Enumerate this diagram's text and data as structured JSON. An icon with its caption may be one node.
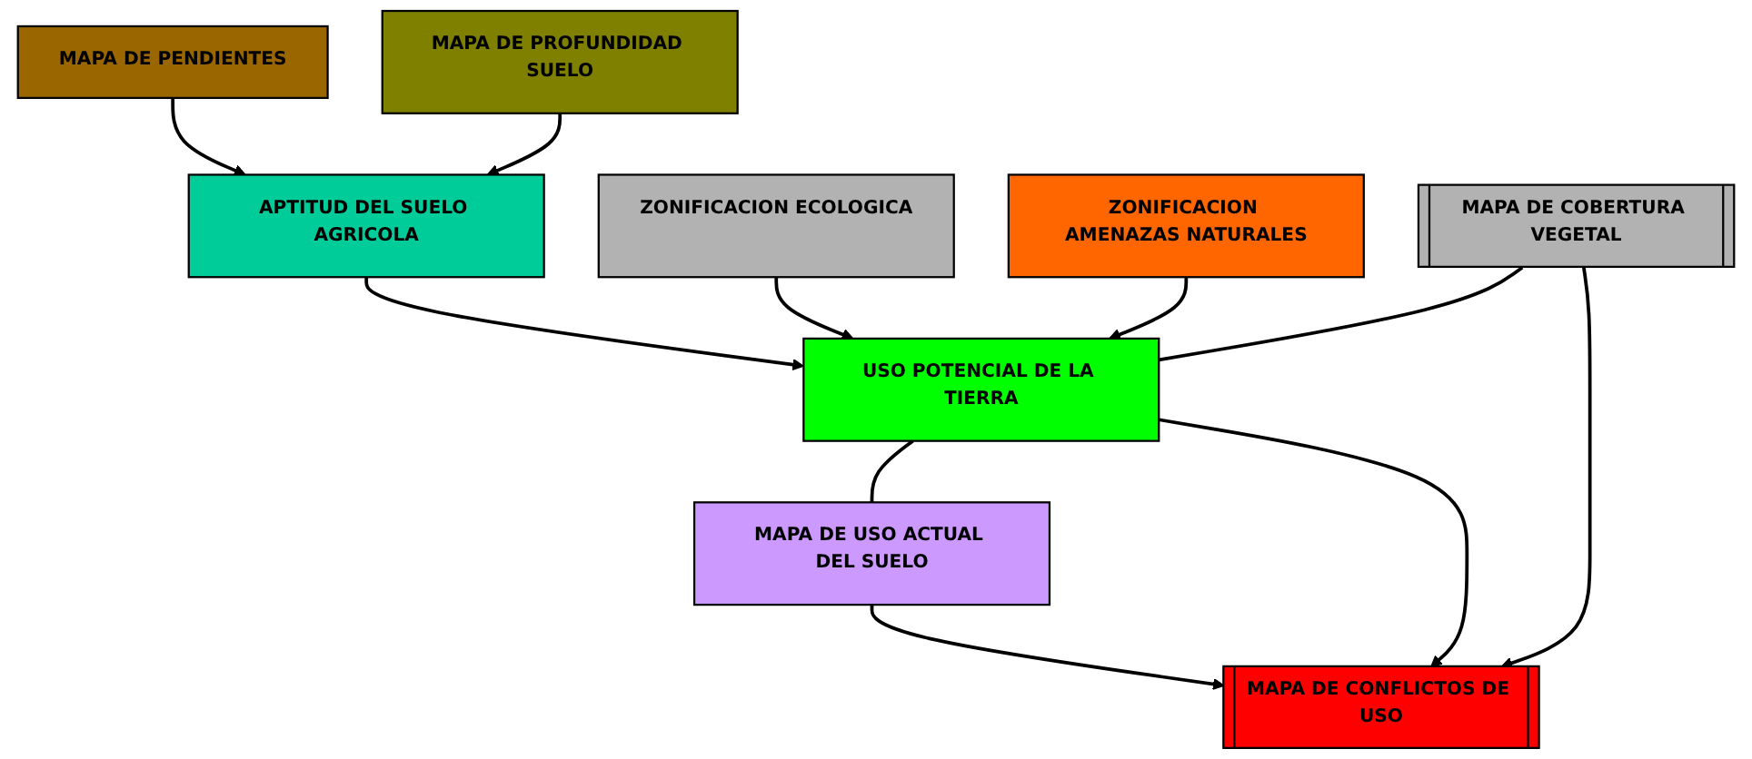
{
  "diagram": {
    "nodes": [
      {
        "text": [
          "MAPA DE PENDIENTES"
        ]
      },
      {
        "text": [
          "APTITUD DEL SUELO AGRICOLA"
        ]
      },
      {
        "text": [
          "ZONIFICACION ECOLOGICA"
        ]
      },
      {
        "text": [
          "ZONIFICACION AMENAZAS NATURALES"
        ]
      },
      {
        "text": [
          "MAPA DE PROFUNDIDAD SUELO"
        ]
      },
      {
        "text": [
          "MAPA DE COBERTURA VEGETAL"
        ]
      },
      {
        "text": [
          "USO POTENCIAL DE LA TIERRA"
        ]
      },
      {
        "text": [
          "MAPA DE USO ACTUAL DEL SUELO"
        ]
      },
      {
        "text": [
          "MAPA DE CONFLICTOS DE USO"
        ]
      }
    ],
    "edges": [
      {
        "from": 0,
        "to": 1,
        "arrow": "to"
      },
      {
        "from": 4,
        "to": 1,
        "arrow": "to"
      },
      {
        "from": 1,
        "to": 6,
        "arrow": "to"
      },
      {
        "from": 2,
        "to": 6,
        "arrow": "to"
      },
      {
        "from": 3,
        "to": 6,
        "arrow": "to"
      },
      {
        "from": 5,
        "to": 6,
        "arrow": "none"
      },
      {
        "from": 6,
        "to": 7,
        "arrow": "none"
      },
      {
        "from": 5,
        "to": 8,
        "arrow": "to"
      },
      {
        "from": 6,
        "to": 8,
        "arrow": "to"
      },
      {
        "from": 7,
        "to": 8,
        "arrow": "to"
      }
    ]
  }
}
